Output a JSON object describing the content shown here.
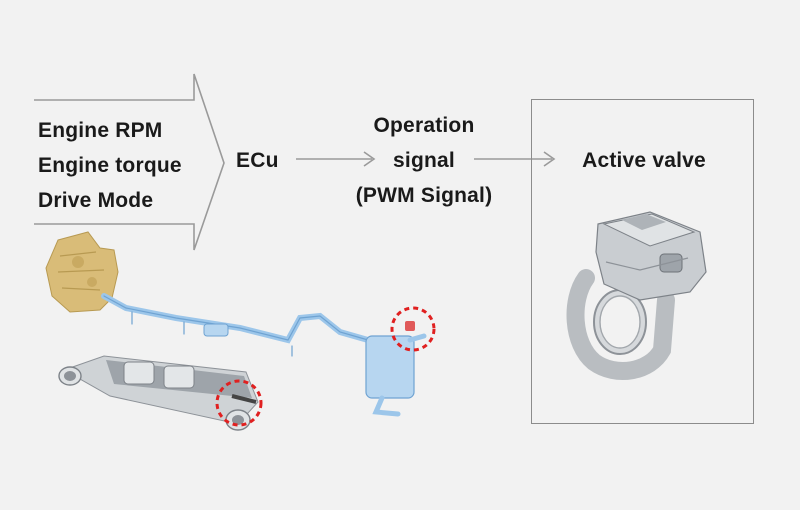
{
  "inputs": [
    "Engine RPM",
    "Engine torque",
    "Drive Mode"
  ],
  "controller": "ECu",
  "operation_signal": [
    "Operation",
    "signal",
    "(PWM Signal)"
  ],
  "active_valve": {
    "title": "Active valve"
  },
  "colors": {
    "background": "#f2f2f2",
    "arrow_stroke": "#9a9a9a",
    "box_border": "#8c8c8c",
    "exhaust_blue": "#9cc6ea",
    "engine_gold": "#d9bc78",
    "highlight_red": "#e02020"
  }
}
